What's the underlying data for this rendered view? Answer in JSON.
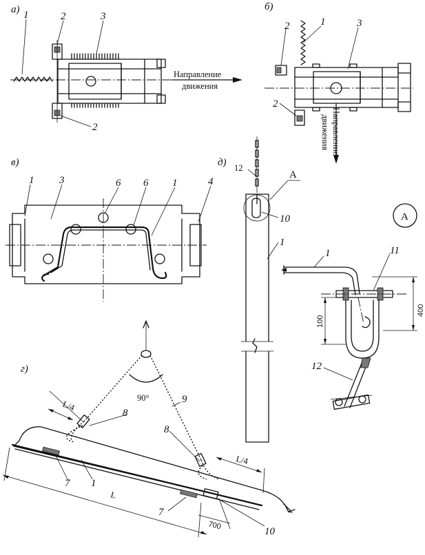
{
  "panels": {
    "a": "а)",
    "b": "б)",
    "v": "в)",
    "g": "г)",
    "d": "д)"
  },
  "direction": {
    "line1": "Направление",
    "line2": "движения"
  },
  "callouts": {
    "n1": "1",
    "n2": "2",
    "n3": "3",
    "n4": "4",
    "n6": "6",
    "n7": "7",
    "n8": "8",
    "n9": "9",
    "n10": "10",
    "n11": "11",
    "n12": "12",
    "detail_A": "A"
  },
  "dimensions": {
    "quarter": "L/4",
    "length": "L",
    "angle": "90°",
    "d700": "700",
    "d100": "100",
    "d400": "400"
  }
}
